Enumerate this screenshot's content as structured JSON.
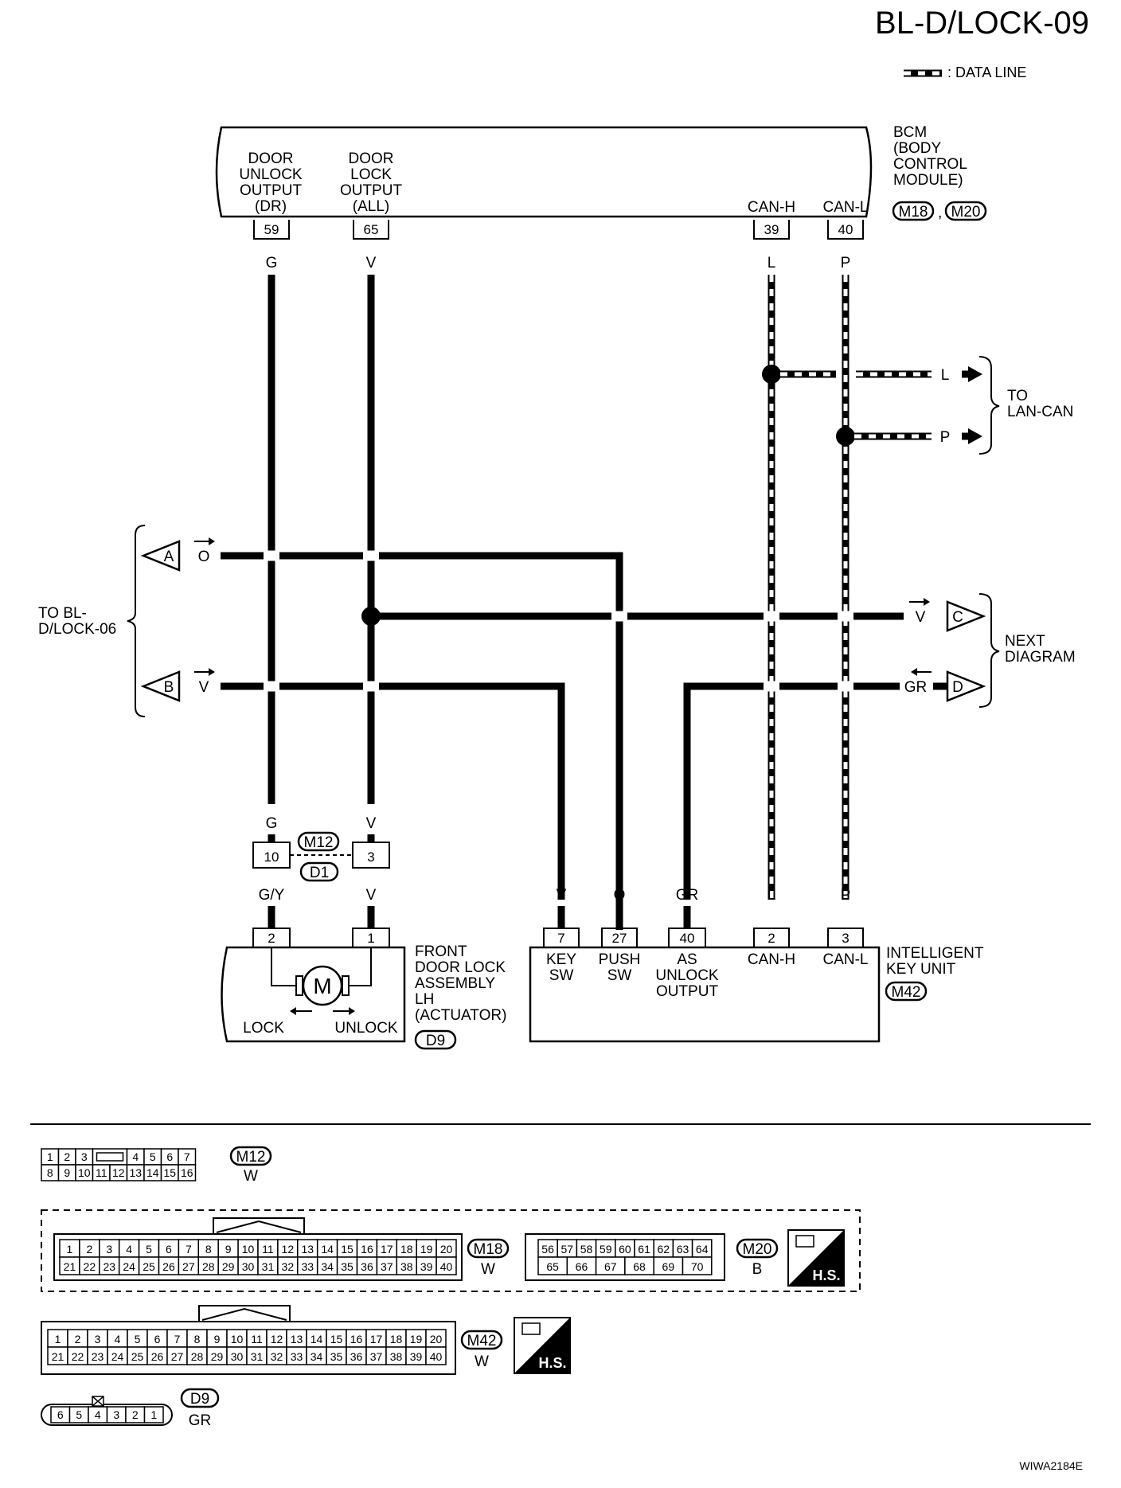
{
  "page_code": "BL-D/LOCK-09",
  "legend": {
    "data_line_label": ": DATA LINE"
  },
  "bcm": {
    "name_lines": [
      "BCM",
      "(BODY",
      "CONTROL",
      "MODULE)"
    ],
    "connectors": [
      "M18",
      "M20"
    ],
    "sep": ",",
    "terminals": [
      {
        "pin": "59",
        "label_lines": [
          "DOOR",
          "UNLOCK",
          "OUTPUT",
          "(DR)"
        ],
        "wire": "G"
      },
      {
        "pin": "65",
        "label_lines": [
          "DOOR",
          "LOCK",
          "OUTPUT",
          "(ALL)"
        ],
        "wire": "V"
      },
      {
        "pin": "39",
        "label_lines": [
          "CAN-H"
        ],
        "wire": "L"
      },
      {
        "pin": "40",
        "label_lines": [
          "CAN-L"
        ],
        "wire": "P"
      }
    ]
  },
  "lan_can": {
    "label_lines": [
      "TO",
      "LAN-CAN"
    ],
    "wires": [
      "L",
      "P"
    ]
  },
  "to_bl_lock06": {
    "label_lines": [
      "TO BL-",
      "D/LOCK-06"
    ],
    "refs": [
      {
        "id": "A",
        "wire": "O"
      },
      {
        "id": "B",
        "wire": "V"
      }
    ]
  },
  "next_diagram": {
    "label_lines": [
      "NEXT",
      "DIAGRAM"
    ],
    "refs": [
      {
        "id": "C",
        "wire": "V"
      },
      {
        "id": "D",
        "wire": "GR"
      }
    ]
  },
  "joint_connector": {
    "connectors": [
      "M12",
      "D1"
    ],
    "pins": [
      {
        "pin": "10",
        "wire_top": "G",
        "wire_bottom": "G/Y"
      },
      {
        "pin": "3",
        "wire_top": "V",
        "wire_bottom": "V"
      }
    ]
  },
  "door_lock_actuator": {
    "name_lines": [
      "FRONT",
      "DOOR LOCK",
      "ASSEMBLY",
      "LH",
      "(ACTUATOR)"
    ],
    "connector": "D9",
    "pins": [
      "2",
      "1"
    ],
    "motor_symbol": "M",
    "lock_label": "LOCK",
    "unlock_label": "UNLOCK"
  },
  "intelligent_key_unit": {
    "name_lines": [
      "INTELLIGENT",
      "KEY UNIT"
    ],
    "connector": "M42",
    "terminals": [
      {
        "pin": "7",
        "wire": "V",
        "label_lines": [
          "KEY",
          "SW"
        ]
      },
      {
        "pin": "27",
        "wire": "O",
        "label_lines": [
          "PUSH",
          "SW"
        ]
      },
      {
        "pin": "40",
        "wire": "GR",
        "label_lines": [
          "AS",
          "UNLOCK",
          "OUTPUT"
        ]
      },
      {
        "pin": "2",
        "wire": "L",
        "label_lines": [
          "CAN-H"
        ]
      },
      {
        "pin": "3",
        "wire": "P",
        "label_lines": [
          "CAN-L"
        ]
      }
    ]
  },
  "connector_views": {
    "m12": {
      "id": "M12",
      "color": "W",
      "row1": [
        "1",
        "2",
        "3",
        "",
        "4",
        "5",
        "6",
        "7"
      ],
      "row2": [
        "8",
        "9",
        "10",
        "11",
        "12",
        "13",
        "14",
        "15",
        "16"
      ]
    },
    "m18": {
      "id": "M18",
      "color": "W",
      "row1": [
        "1",
        "2",
        "3",
        "4",
        "5",
        "6",
        "7",
        "8",
        "9",
        "10",
        "11",
        "12",
        "13",
        "14",
        "15",
        "16",
        "17",
        "18",
        "19",
        "20"
      ],
      "row2": [
        "21",
        "22",
        "23",
        "24",
        "25",
        "26",
        "27",
        "28",
        "29",
        "30",
        "31",
        "32",
        "33",
        "34",
        "35",
        "36",
        "37",
        "38",
        "39",
        "40"
      ]
    },
    "m20": {
      "id": "M20",
      "color": "B",
      "row1": [
        "56",
        "57",
        "58",
        "59",
        "60",
        "61",
        "62",
        "63",
        "64"
      ],
      "row2": [
        "65",
        "66",
        "67",
        "68",
        "69",
        "70"
      ]
    },
    "m42": {
      "id": "M42",
      "color": "W",
      "row1": [
        "1",
        "2",
        "3",
        "4",
        "5",
        "6",
        "7",
        "8",
        "9",
        "10",
        "11",
        "12",
        "13",
        "14",
        "15",
        "16",
        "17",
        "18",
        "19",
        "20"
      ],
      "row2": [
        "21",
        "22",
        "23",
        "24",
        "25",
        "26",
        "27",
        "28",
        "29",
        "30",
        "31",
        "32",
        "33",
        "34",
        "35",
        "36",
        "37",
        "38",
        "39",
        "40"
      ]
    },
    "d9": {
      "id": "D9",
      "color": "GR",
      "row1": [
        "6",
        "5",
        "4",
        "3",
        "2",
        "1"
      ]
    },
    "hs_label": "H.S."
  },
  "figure_code": "WIWA2184E"
}
